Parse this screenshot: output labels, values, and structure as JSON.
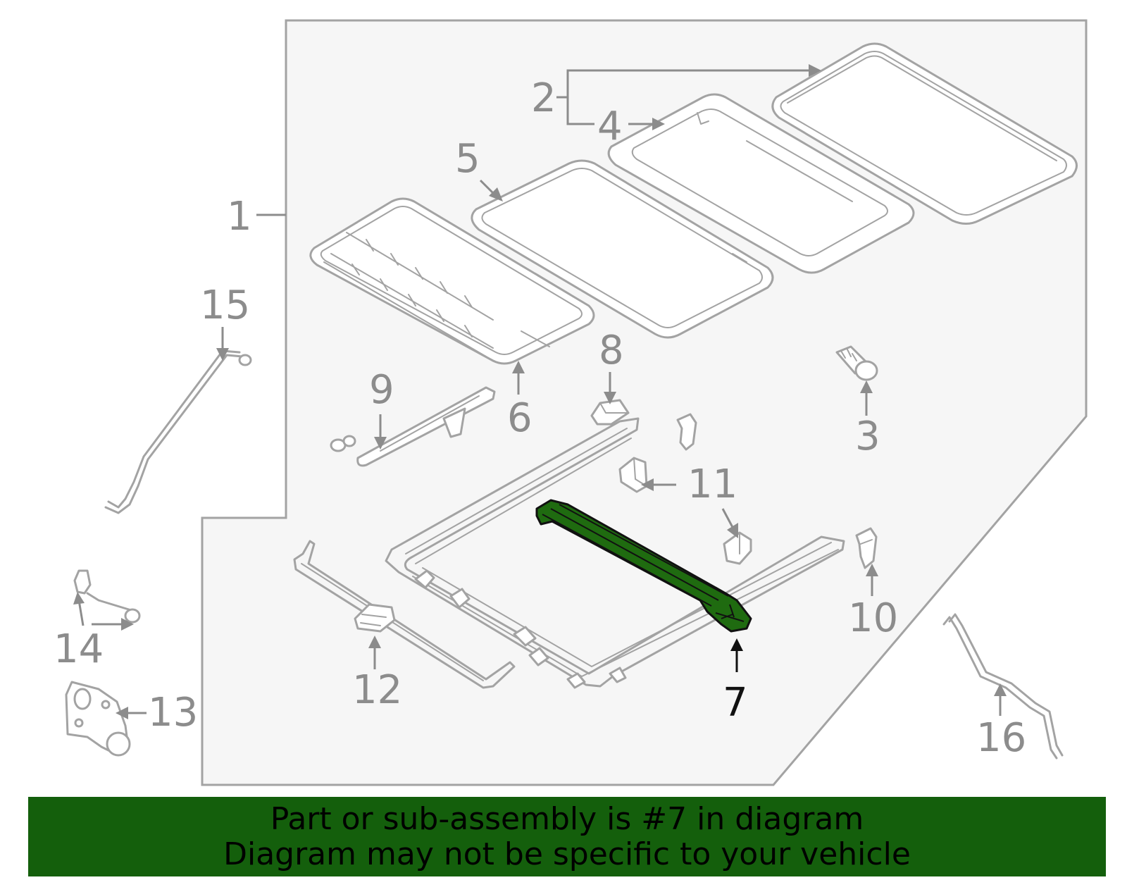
{
  "diagram": {
    "callouts": [
      {
        "id": "1",
        "label": "1"
      },
      {
        "id": "2",
        "label": "2"
      },
      {
        "id": "3",
        "label": "3"
      },
      {
        "id": "4",
        "label": "4"
      },
      {
        "id": "5",
        "label": "5"
      },
      {
        "id": "6",
        "label": "6"
      },
      {
        "id": "7",
        "label": "7",
        "highlighted": true
      },
      {
        "id": "8",
        "label": "8"
      },
      {
        "id": "9",
        "label": "9"
      },
      {
        "id": "10",
        "label": "10"
      },
      {
        "id": "11",
        "label": "11"
      },
      {
        "id": "12",
        "label": "12"
      },
      {
        "id": "13",
        "label": "13"
      },
      {
        "id": "14",
        "label": "14"
      },
      {
        "id": "15",
        "label": "15"
      },
      {
        "id": "16",
        "label": "16"
      }
    ],
    "highlighted_part": "7",
    "colors": {
      "line": "#a3a3a3",
      "label": "#8c8c8c",
      "background_panel": "#f6f6f6",
      "highlight_fill": "#1f6b10",
      "highlight_label": "#111111",
      "banner": "#145f0c"
    }
  },
  "banner": {
    "line1": "Part or sub-assembly is #7 in diagram",
    "line2": "Diagram may not be specific to your vehicle"
  }
}
